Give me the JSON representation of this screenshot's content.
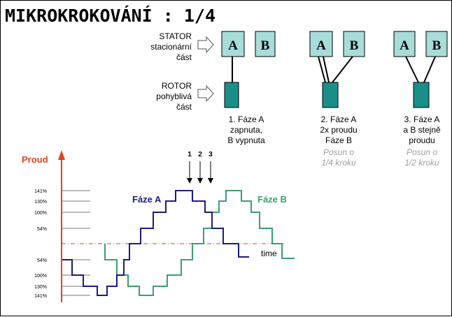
{
  "title": "MIKROKROKOVÁNÍ : 1/4",
  "stator": {
    "line1": "STATOR",
    "line2": "stacionární",
    "line3": "část"
  },
  "rotor": {
    "line1": "ROTOR",
    "line2": "pohyblivá",
    "line3": "část"
  },
  "coil_a": "A",
  "coil_b": "B",
  "cases": [
    {
      "line1": "1. Fáze A",
      "line2": "zapnuta,",
      "line3": "B vypnuta",
      "shift1": "",
      "shift2": ""
    },
    {
      "line1": "2. Fáze A",
      "line2": "2x proudu",
      "line3": "Fáze B",
      "shift1": "Posun o",
      "shift2": "1/4 kroku"
    },
    {
      "line1": "3. Fáze A",
      "line2": "a B stejně",
      "line3": "proudu",
      "shift1": "Posun o",
      "shift2": "1/2 kroku"
    }
  ],
  "graph": {
    "y_label": "Proud",
    "x_label": "time",
    "phase_a_label": "Fáze A",
    "phase_b_label": "Fáze B",
    "marker_labels": [
      "1",
      "2",
      "3"
    ],
    "ticks_pos": [
      "141%",
      "130%",
      "100%",
      "54%"
    ],
    "ticks_neg": [
      "54%",
      "100%",
      "130%",
      "141%"
    ]
  },
  "colors": {
    "axis": "#e8401c",
    "phase_a": "#1c1c80",
    "phase_b": "#3aa070",
    "coil": "#a8dcd8",
    "rotor": "#1a8f8a",
    "shift_text": "#a0a0a0",
    "label_green": "#3aa070"
  }
}
